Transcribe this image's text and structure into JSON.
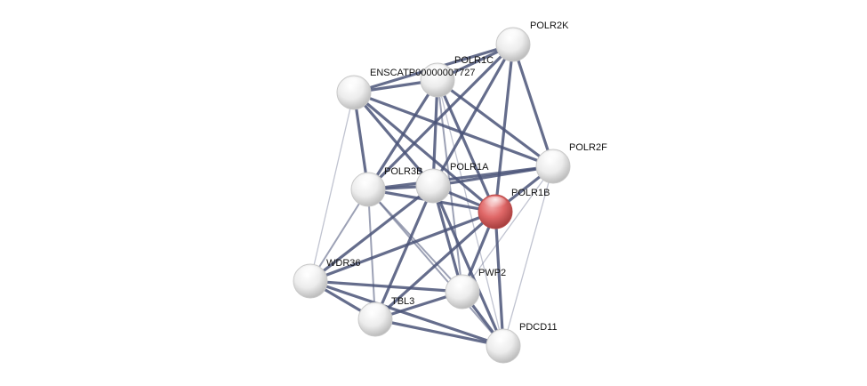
{
  "network": {
    "nodes": [
      {
        "id": "POLR2K",
        "label": "POLR2K",
        "highlight": false
      },
      {
        "id": "POLR1C",
        "label": "POLR1C",
        "highlight": false
      },
      {
        "id": "ENSCATP",
        "label": "ENSCATP00000007727",
        "highlight": false
      },
      {
        "id": "POLR2F",
        "label": "POLR2F",
        "highlight": false
      },
      {
        "id": "POLR3B",
        "label": "POLR3B",
        "highlight": false
      },
      {
        "id": "POLR1A",
        "label": "POLR1A",
        "highlight": false
      },
      {
        "id": "POLR1B",
        "label": "POLR1B",
        "highlight": true
      },
      {
        "id": "WDR36",
        "label": "WDR36",
        "highlight": false
      },
      {
        "id": "PWP2",
        "label": "PWP2",
        "highlight": false
      },
      {
        "id": "TBL3",
        "label": "TBL3",
        "highlight": false
      },
      {
        "id": "PDCD11",
        "label": "PDCD11",
        "highlight": false
      }
    ],
    "edges": [
      {
        "source": "POLR2K",
        "target": "POLR1C",
        "strength": "strong"
      },
      {
        "source": "POLR2K",
        "target": "ENSCATP",
        "strength": "strong"
      },
      {
        "source": "POLR2K",
        "target": "POLR2F",
        "strength": "strong"
      },
      {
        "source": "POLR2K",
        "target": "POLR1B",
        "strength": "strong"
      },
      {
        "source": "POLR2K",
        "target": "POLR1A",
        "strength": "strong"
      },
      {
        "source": "POLR2K",
        "target": "POLR3B",
        "strength": "strong"
      },
      {
        "source": "POLR1C",
        "target": "ENSCATP",
        "strength": "strong"
      },
      {
        "source": "POLR1C",
        "target": "POLR2F",
        "strength": "strong"
      },
      {
        "source": "POLR1C",
        "target": "POLR3B",
        "strength": "strong"
      },
      {
        "source": "POLR1C",
        "target": "POLR1A",
        "strength": "strong"
      },
      {
        "source": "POLR1C",
        "target": "POLR1B",
        "strength": "strong"
      },
      {
        "source": "POLR1C",
        "target": "PWP2",
        "strength": "medium"
      },
      {
        "source": "POLR1C",
        "target": "PDCD11",
        "strength": "weak"
      },
      {
        "source": "ENSCATP",
        "target": "POLR3B",
        "strength": "strong"
      },
      {
        "source": "ENSCATP",
        "target": "POLR1A",
        "strength": "strong"
      },
      {
        "source": "ENSCATP",
        "target": "POLR1B",
        "strength": "strong"
      },
      {
        "source": "ENSCATP",
        "target": "POLR2F",
        "strength": "strong"
      },
      {
        "source": "ENSCATP",
        "target": "WDR36",
        "strength": "weak"
      },
      {
        "source": "POLR2F",
        "target": "POLR3B",
        "strength": "strong"
      },
      {
        "source": "POLR2F",
        "target": "POLR1A",
        "strength": "strong"
      },
      {
        "source": "POLR2F",
        "target": "POLR1B",
        "strength": "strong"
      },
      {
        "source": "POLR2F",
        "target": "PWP2",
        "strength": "weak"
      },
      {
        "source": "POLR2F",
        "target": "PDCD11",
        "strength": "weak"
      },
      {
        "source": "POLR3B",
        "target": "POLR1A",
        "strength": "strong"
      },
      {
        "source": "POLR3B",
        "target": "POLR1B",
        "strength": "strong"
      },
      {
        "source": "POLR3B",
        "target": "WDR36",
        "strength": "medium"
      },
      {
        "source": "POLR3B",
        "target": "TBL3",
        "strength": "medium"
      },
      {
        "source": "POLR3B",
        "target": "PWP2",
        "strength": "medium"
      },
      {
        "source": "POLR3B",
        "target": "PDCD11",
        "strength": "medium"
      },
      {
        "source": "POLR1A",
        "target": "POLR1B",
        "strength": "strong"
      },
      {
        "source": "POLR1A",
        "target": "WDR36",
        "strength": "strong"
      },
      {
        "source": "POLR1A",
        "target": "TBL3",
        "strength": "strong"
      },
      {
        "source": "POLR1A",
        "target": "PWP2",
        "strength": "strong"
      },
      {
        "source": "POLR1A",
        "target": "PDCD11",
        "strength": "strong"
      },
      {
        "source": "POLR1B",
        "target": "WDR36",
        "strength": "strong"
      },
      {
        "source": "POLR1B",
        "target": "TBL3",
        "strength": "strong"
      },
      {
        "source": "POLR1B",
        "target": "PWP2",
        "strength": "strong"
      },
      {
        "source": "POLR1B",
        "target": "PDCD11",
        "strength": "strong"
      },
      {
        "source": "WDR36",
        "target": "TBL3",
        "strength": "strong"
      },
      {
        "source": "WDR36",
        "target": "PWP2",
        "strength": "strong"
      },
      {
        "source": "WDR36",
        "target": "PDCD11",
        "strength": "strong"
      },
      {
        "source": "TBL3",
        "target": "PWP2",
        "strength": "strong"
      },
      {
        "source": "TBL3",
        "target": "PDCD11",
        "strength": "strong"
      },
      {
        "source": "PWP2",
        "target": "PDCD11",
        "strength": "strong"
      }
    ]
  },
  "colors": {
    "edge": "#4a5478",
    "node_fill": "#f2f2f2",
    "node_stroke": "#c8c8c8",
    "highlight_fill": "#e06868",
    "highlight_stroke": "#b84a4a",
    "background": "#ffffff"
  }
}
